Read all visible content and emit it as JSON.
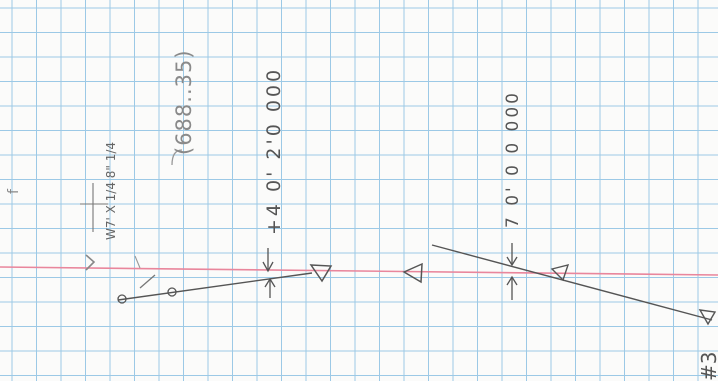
{
  "sheet": {
    "grid_color": "#9cc9e6",
    "margin_line_color": "#e9869c",
    "ink_color": "#555555",
    "pencil_color": "#8a8a8a"
  },
  "notes": {
    "station_label": "(688..35)",
    "offset_left": "+4 0' 2'0 000",
    "offset_right": "7 0' 0 0 000",
    "small_annotation": "W7' X 1/4 8\" 1/4",
    "side_mark": "f",
    "page_number": "#3"
  }
}
